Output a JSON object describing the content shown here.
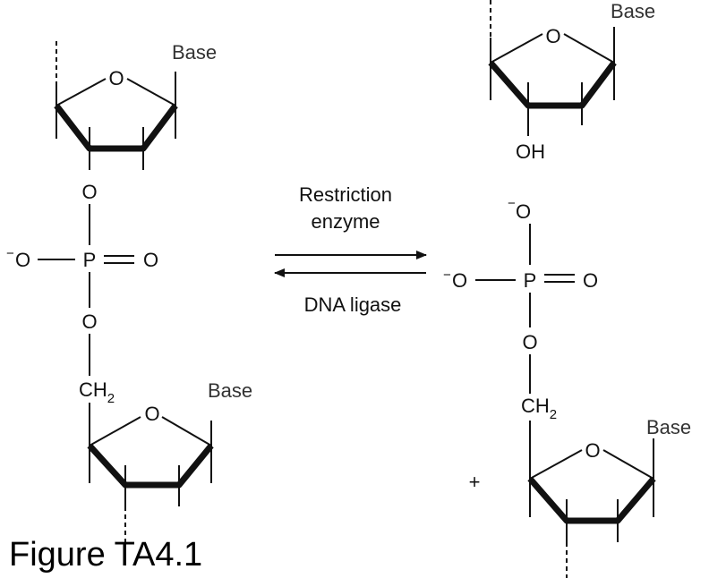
{
  "labels": {
    "base": "Base",
    "oxygen": "O",
    "phosphorus": "P",
    "minus": "−",
    "hydroxyl": "OH",
    "ch": "CH",
    "subscript_2": "2",
    "plus": "+"
  },
  "reaction": {
    "forward": [
      "Restriction",
      "enzyme"
    ],
    "reverse": "DNA ligase"
  },
  "caption": "Figure TA4.1"
}
